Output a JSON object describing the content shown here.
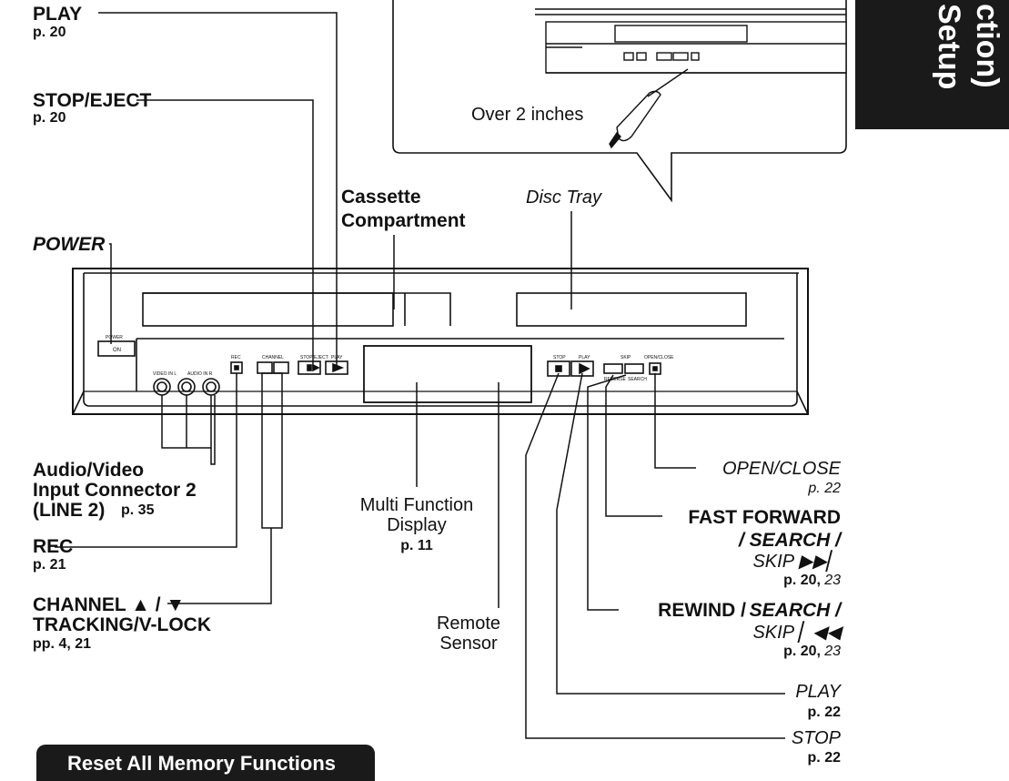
{
  "section_tab": {
    "label": "Setup ction)",
    "line1": "Setup",
    "line2": "ction)"
  },
  "callout": {
    "distance_label": "Over 2 inches"
  },
  "labels": {
    "play_top": {
      "name": "PLAY",
      "page": "p. 20"
    },
    "stop_eject": {
      "name": "STOP/EJECT",
      "page": "p. 20"
    },
    "power": {
      "name": "POWER"
    },
    "cassette": {
      "line1": "Cassette",
      "line2": "Compartment"
    },
    "disc_tray": {
      "name": "Disc Tray"
    },
    "av_input": {
      "line1": "Audio/Video",
      "line2": "Input Connector 2",
      "line3": "(LINE 2)",
      "page": "p. 35"
    },
    "rec": {
      "name": "REC",
      "page": "p. 21"
    },
    "channel": {
      "line1": "CHANNEL ▲ / ▼",
      "line2": "TRACKING/V-LOCK",
      "page": "pp. 4, 21"
    },
    "multi_display": {
      "line1": "Multi Function",
      "line2": "Display",
      "page": "p. 11"
    },
    "remote_sensor": {
      "line1": "Remote",
      "line2": "Sensor"
    },
    "open_close": {
      "name": "OPEN/CLOSE",
      "page": "p. 22"
    },
    "fast_forward": {
      "line1": "FAST FORWARD",
      "line2": "/ SEARCH /",
      "line3": "SKIP ▶▶▏",
      "page_a": "p. 20,",
      "page_b": "23"
    },
    "rewind": {
      "line1a": "REWIND /",
      "line1b": "SEARCH /",
      "line2": "SKIP ▏◀◀",
      "page_a": "p. 20,",
      "page_b": "23"
    },
    "play_dvd": {
      "name": "PLAY",
      "page": "p. 22"
    },
    "stop_dvd": {
      "name": "STOP",
      "page": "p. 22"
    }
  },
  "panel_text": {
    "power": "POWER",
    "on": "ON",
    "rec": "REC",
    "channel": "CHANNEL",
    "stop_eject": "STOP/EJECT",
    "play": "PLAY",
    "video_l": "VIDEO IN L",
    "audio_r": "AUDIO IN R",
    "stop": "STOP",
    "play2": "PLAY",
    "skip": "SKIP",
    "open_close": "OPEN/CLOSE",
    "rev_search": "REVERSE",
    "fwd_search": "SEARCH"
  },
  "banner": {
    "text": "Reset All Memory Functions"
  }
}
